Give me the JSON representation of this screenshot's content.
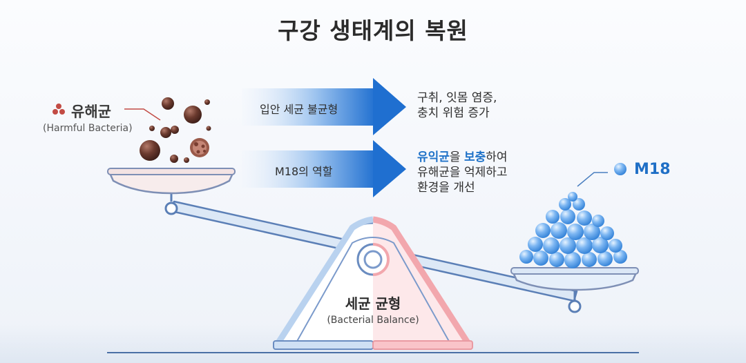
{
  "title": "구강 생태계의 복원",
  "harmful": {
    "label": "유해균",
    "sub": "(Harmful Bacteria)"
  },
  "arrows": [
    {
      "label": "입안 세균 불균형",
      "effect_lines": [
        "구취, 잇몸 염증,",
        "충치 위험 증가"
      ]
    },
    {
      "label": "M18의 역할",
      "effect_highlight_1": "유익균",
      "effect_mid_1": "을 ",
      "effect_highlight_2": "보충",
      "effect_tail_1": "하여",
      "effect_lines": [
        "유해균을 억제하고",
        "환경을 개선"
      ]
    }
  ],
  "m18": {
    "label": "M18"
  },
  "balance": {
    "title": "세균 균형",
    "sub": "(Bacterial Balance)"
  },
  "colors": {
    "accent_blue": "#1f72c8",
    "harmful_brown": "#6b3a2e",
    "pink": "#f1a3ab",
    "light_blue": "#a9c9ee"
  }
}
